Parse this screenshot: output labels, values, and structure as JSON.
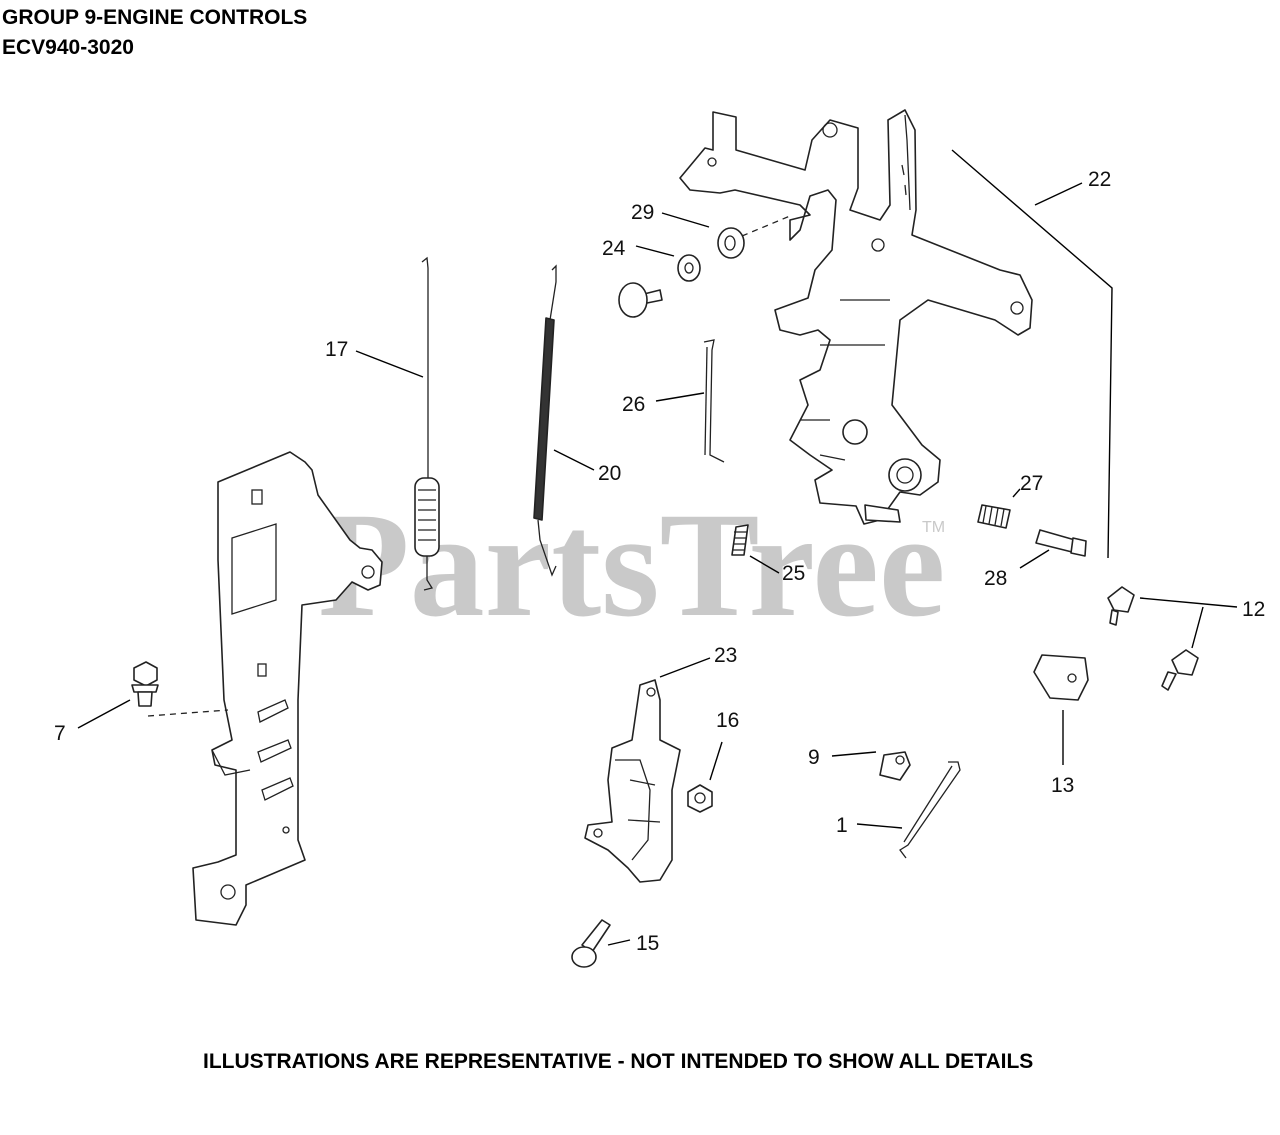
{
  "header": {
    "title": "GROUP 9-ENGINE CONTROLS",
    "model": "ECV940-3020"
  },
  "footer": "ILLUSTRATIONS ARE REPRESENTATIVE - NOT INTENDED TO SHOW ALL DETAILS",
  "watermark": {
    "text": "PartsTree",
    "tm": "TM"
  },
  "callouts": {
    "c1": "1",
    "c7": "7",
    "c9": "9",
    "c12": "12",
    "c13": "13",
    "c15": "15",
    "c16": "16",
    "c17": "17",
    "c20": "20",
    "c22": "22",
    "c23": "23",
    "c24": "24",
    "c25": "25",
    "c26": "26",
    "c27": "27",
    "c28": "28",
    "c29": "29"
  }
}
